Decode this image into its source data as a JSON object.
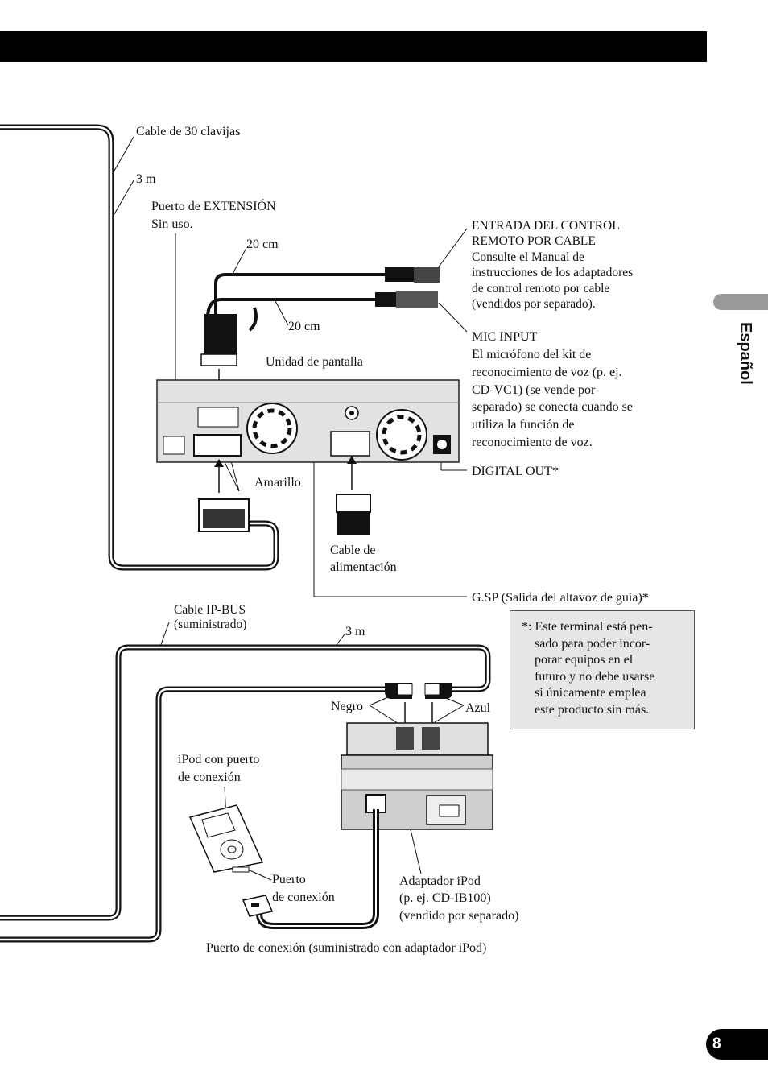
{
  "side_tab": {
    "label": "Español"
  },
  "page_number": "8",
  "labels": {
    "cable_30": "Cable de 30 clavijas",
    "three_m_top": "3 m",
    "ext_port_1": "Puerto de EXTENSIÓN",
    "ext_port_2": "Sin uso.",
    "twenty_cm_a": "20 cm",
    "twenty_cm_b": "20 cm",
    "remote_1": "ENTRADA DEL CONTROL",
    "remote_2": "REMOTO POR CABLE",
    "remote_3": "Consulte el Manual de",
    "remote_4": "instrucciones de los adaptadores",
    "remote_5": "de control remoto por cable",
    "remote_6": "(vendidos por separado).",
    "mic_1": "MIC INPUT",
    "mic_2": "El micrófono del kit de",
    "mic_3": "reconocimiento de voz (p. ej.",
    "mic_4": "CD-VC1) (se vende por",
    "mic_5": "separado) se conecta cuando se",
    "mic_6": "utiliza la función de",
    "mic_7": "reconocimiento de voz.",
    "display_unit": "Unidad de pantalla",
    "digital_out": "DIGITAL OUT*",
    "amarillo": "Amarillo",
    "power_1": "Cable de",
    "power_2": "alimentación",
    "gsp": "G.SP (Salida del altavoz de guía)*",
    "ipbus_1": "Cable IP-BUS",
    "ipbus_2": "(suministrado)",
    "three_m_bottom": "3 m",
    "negro": "Negro",
    "azul": "Azul",
    "ipod_1": "iPod con puerto",
    "ipod_2": "de conexión",
    "dock_1": "Puerto",
    "dock_2": "de conexión",
    "adapter_1": "Adaptador iPod",
    "adapter_2": "(p. ej. CD-IB100)",
    "adapter_3": "(vendido por separado)",
    "dock_cable": "Puerto de conexión (suministrado con adaptador iPod)"
  },
  "note": "*: Este terminal está pen-\n    sado para poder incor-\n    porar equipos en el\n    futuro y no debe usarse\n    si únicamente emplea\n    este producto sin más."
}
